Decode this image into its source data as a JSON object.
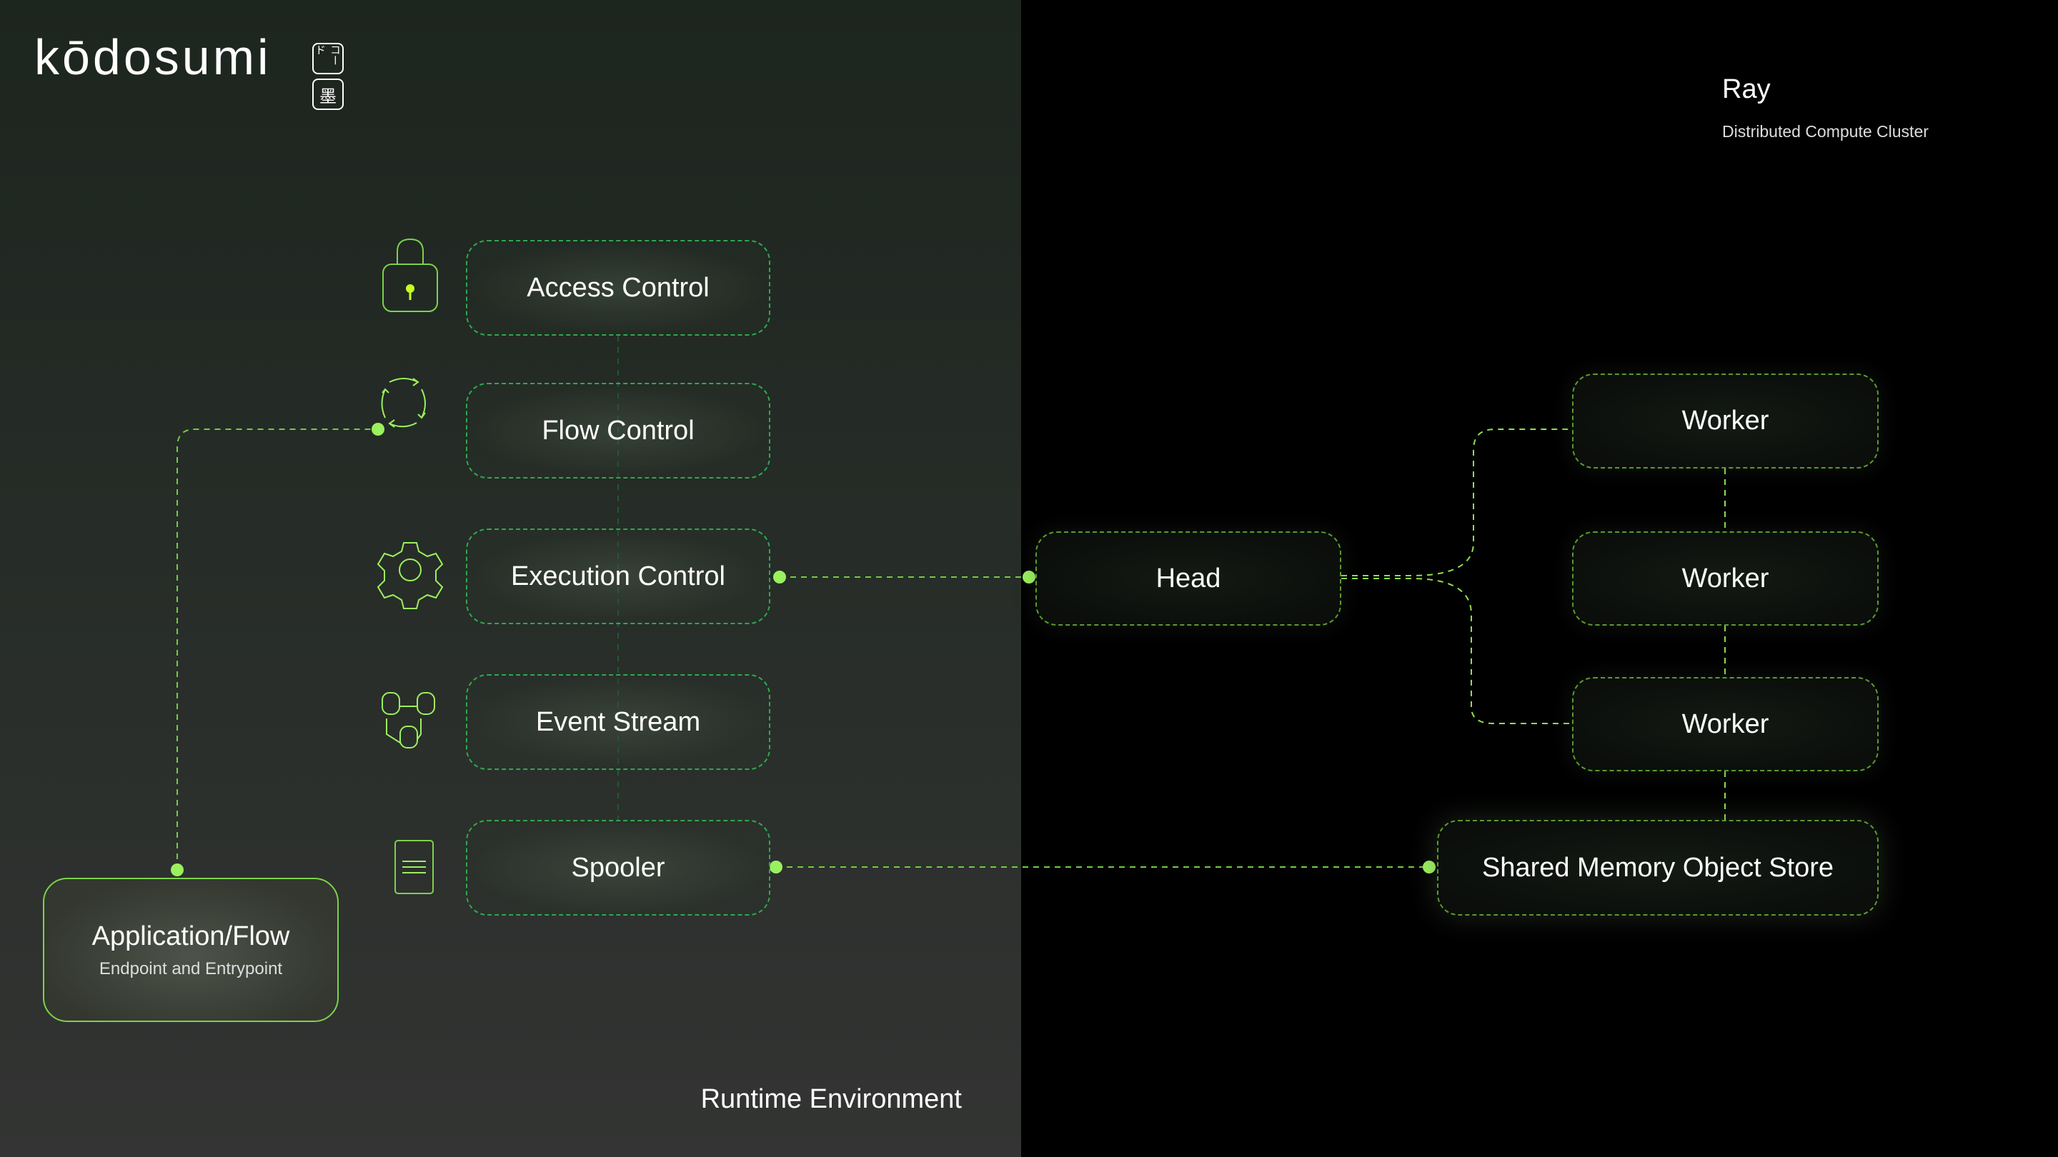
{
  "brand": {
    "logo_text": "kōdosumi",
    "stamp_top": "コード",
    "stamp_bottom": "墨"
  },
  "runtime": {
    "label": "Runtime Environment",
    "components": [
      {
        "label": "Access Control",
        "icon": "lock-icon"
      },
      {
        "label": "Flow Control",
        "icon": "cycle-arrows-icon"
      },
      {
        "label": "Execution Control",
        "icon": "gear-icon"
      },
      {
        "label": "Event Stream",
        "icon": "database-stream-icon"
      },
      {
        "label": "Spooler",
        "icon": "document-lines-icon"
      }
    ],
    "application": {
      "title": "Application/Flow",
      "subtitle": "Endpoint and Entrypoint"
    }
  },
  "cluster": {
    "title": "Ray",
    "subtitle": "Distributed Compute Cluster",
    "head": "Head",
    "workers": [
      "Worker",
      "Worker",
      "Worker"
    ],
    "object_store": "Shared Memory Object Store"
  },
  "colors": {
    "accent": "#9bf05e",
    "dashed": "#2fa84f",
    "left_bg": "#262c27",
    "right_bg": "#000000"
  }
}
